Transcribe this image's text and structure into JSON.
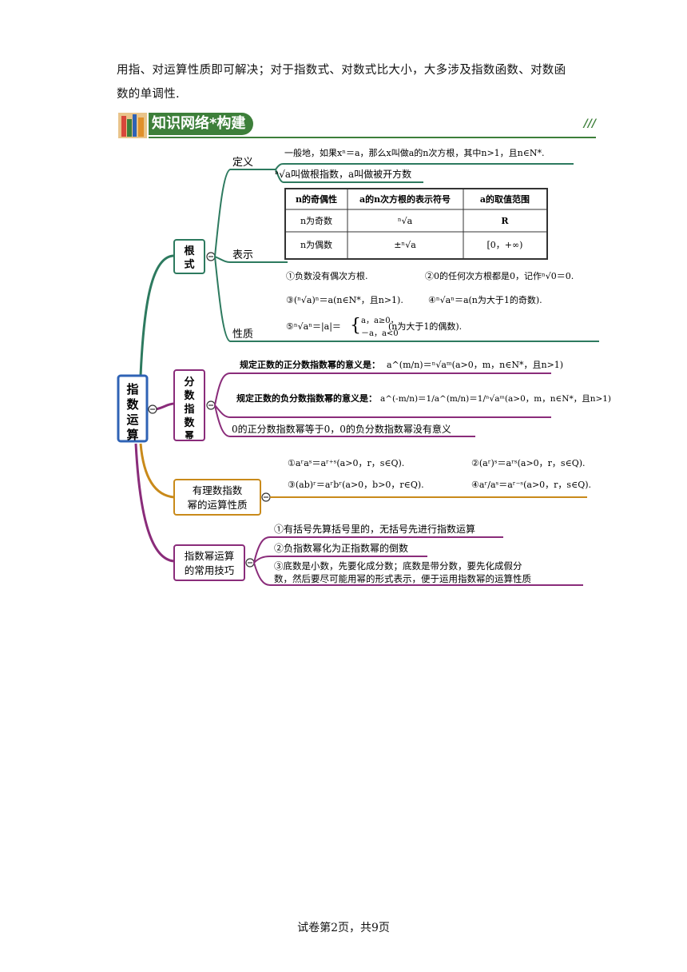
{
  "intro": {
    "line1": "用指、对运算性质即可解决；对于指数式、对数式比大小，大多涉及指数函数、对数函",
    "line2": "数的单调性."
  },
  "banner": {
    "title": "知识网络*构建",
    "decor": "///"
  },
  "root": {
    "label": "指数运算"
  },
  "radical": {
    "label": "根式",
    "def_label": "定义",
    "def_line1": "一般地，如果xⁿ＝a，那么x叫做a的n次方根，其中n>1，且n∈N*.",
    "def_line2": "ⁿ√a叫做根指数，a叫做被开方数",
    "rep_label": "表示",
    "table": {
      "headers": [
        "n的奇偶性",
        "a的n次方根的表示符号",
        "a的取值范围"
      ],
      "rows": [
        [
          "n为奇数",
          "ⁿ√a",
          "R"
        ],
        [
          "n为偶数",
          "±ⁿ√a",
          "[0，+∞)"
        ]
      ]
    },
    "prop_label": "性质",
    "props": [
      "①负数没有偶次方根.",
      "②0的任何次方根都是0，记作ⁿ√0＝0.",
      "③(ⁿ√a)ⁿ＝a(n∈N*，且n>1).",
      "④ⁿ√aⁿ＝a(n为大于1的奇数).",
      "⑤ⁿ√aⁿ＝|a|＝",
      "a，a≥0，",
      "－a，a<0",
      "(n为大于1的偶数)."
    ]
  },
  "fraction": {
    "label": "分数指数幂",
    "pos_text": "规定正数的正分数指数幂的意义是：",
    "pos_formula": "a^(m/n)＝ⁿ√aᵐ(a>0，m，n∈N*，且n>1)",
    "neg_text": "规定正数的负分数指数幂的意义是：",
    "neg_formula": "a^(-m/n)＝1/a^(m/n)＝1/ⁿ√aᵐ(a>0，m，n∈N*，且n>1)",
    "zero_text": "0的正分数指数幂等于0，0的负分数指数幂没有意义"
  },
  "rational": {
    "label_line1": "有理数指数",
    "label_line2": "幂的运算性质",
    "props": [
      "①aʳaˢ＝aʳ⁺ˢ(a>0，r，s∈Q).",
      "②(aʳ)ˢ＝aʳˢ(a>0，r，s∈Q).",
      "③(ab)ʳ＝aʳbʳ(a>0，b>0，r∈Q).",
      "④aʳ/aˢ＝aʳ⁻ˢ(a>0，r，s∈Q)."
    ]
  },
  "tips": {
    "label_line1": "指数幂运算",
    "label_line2": "的常用技巧",
    "items": [
      "①有括号先算括号里的，无括号先进行指数运算",
      "②负指数幂化为正指数幂的倒数",
      "③底数是小数，先要化成分数；底数是带分数，要先化成假分",
      "数，然后要尽可能用幂的形式表示，便于运用指数幂的运算性质"
    ]
  },
  "footer": "试卷第2页，共9页",
  "colors": {
    "green": "#2d7a5f",
    "purple": "#8a2c7a",
    "orange": "#c98a1a",
    "root_border": "#2f63b5"
  }
}
